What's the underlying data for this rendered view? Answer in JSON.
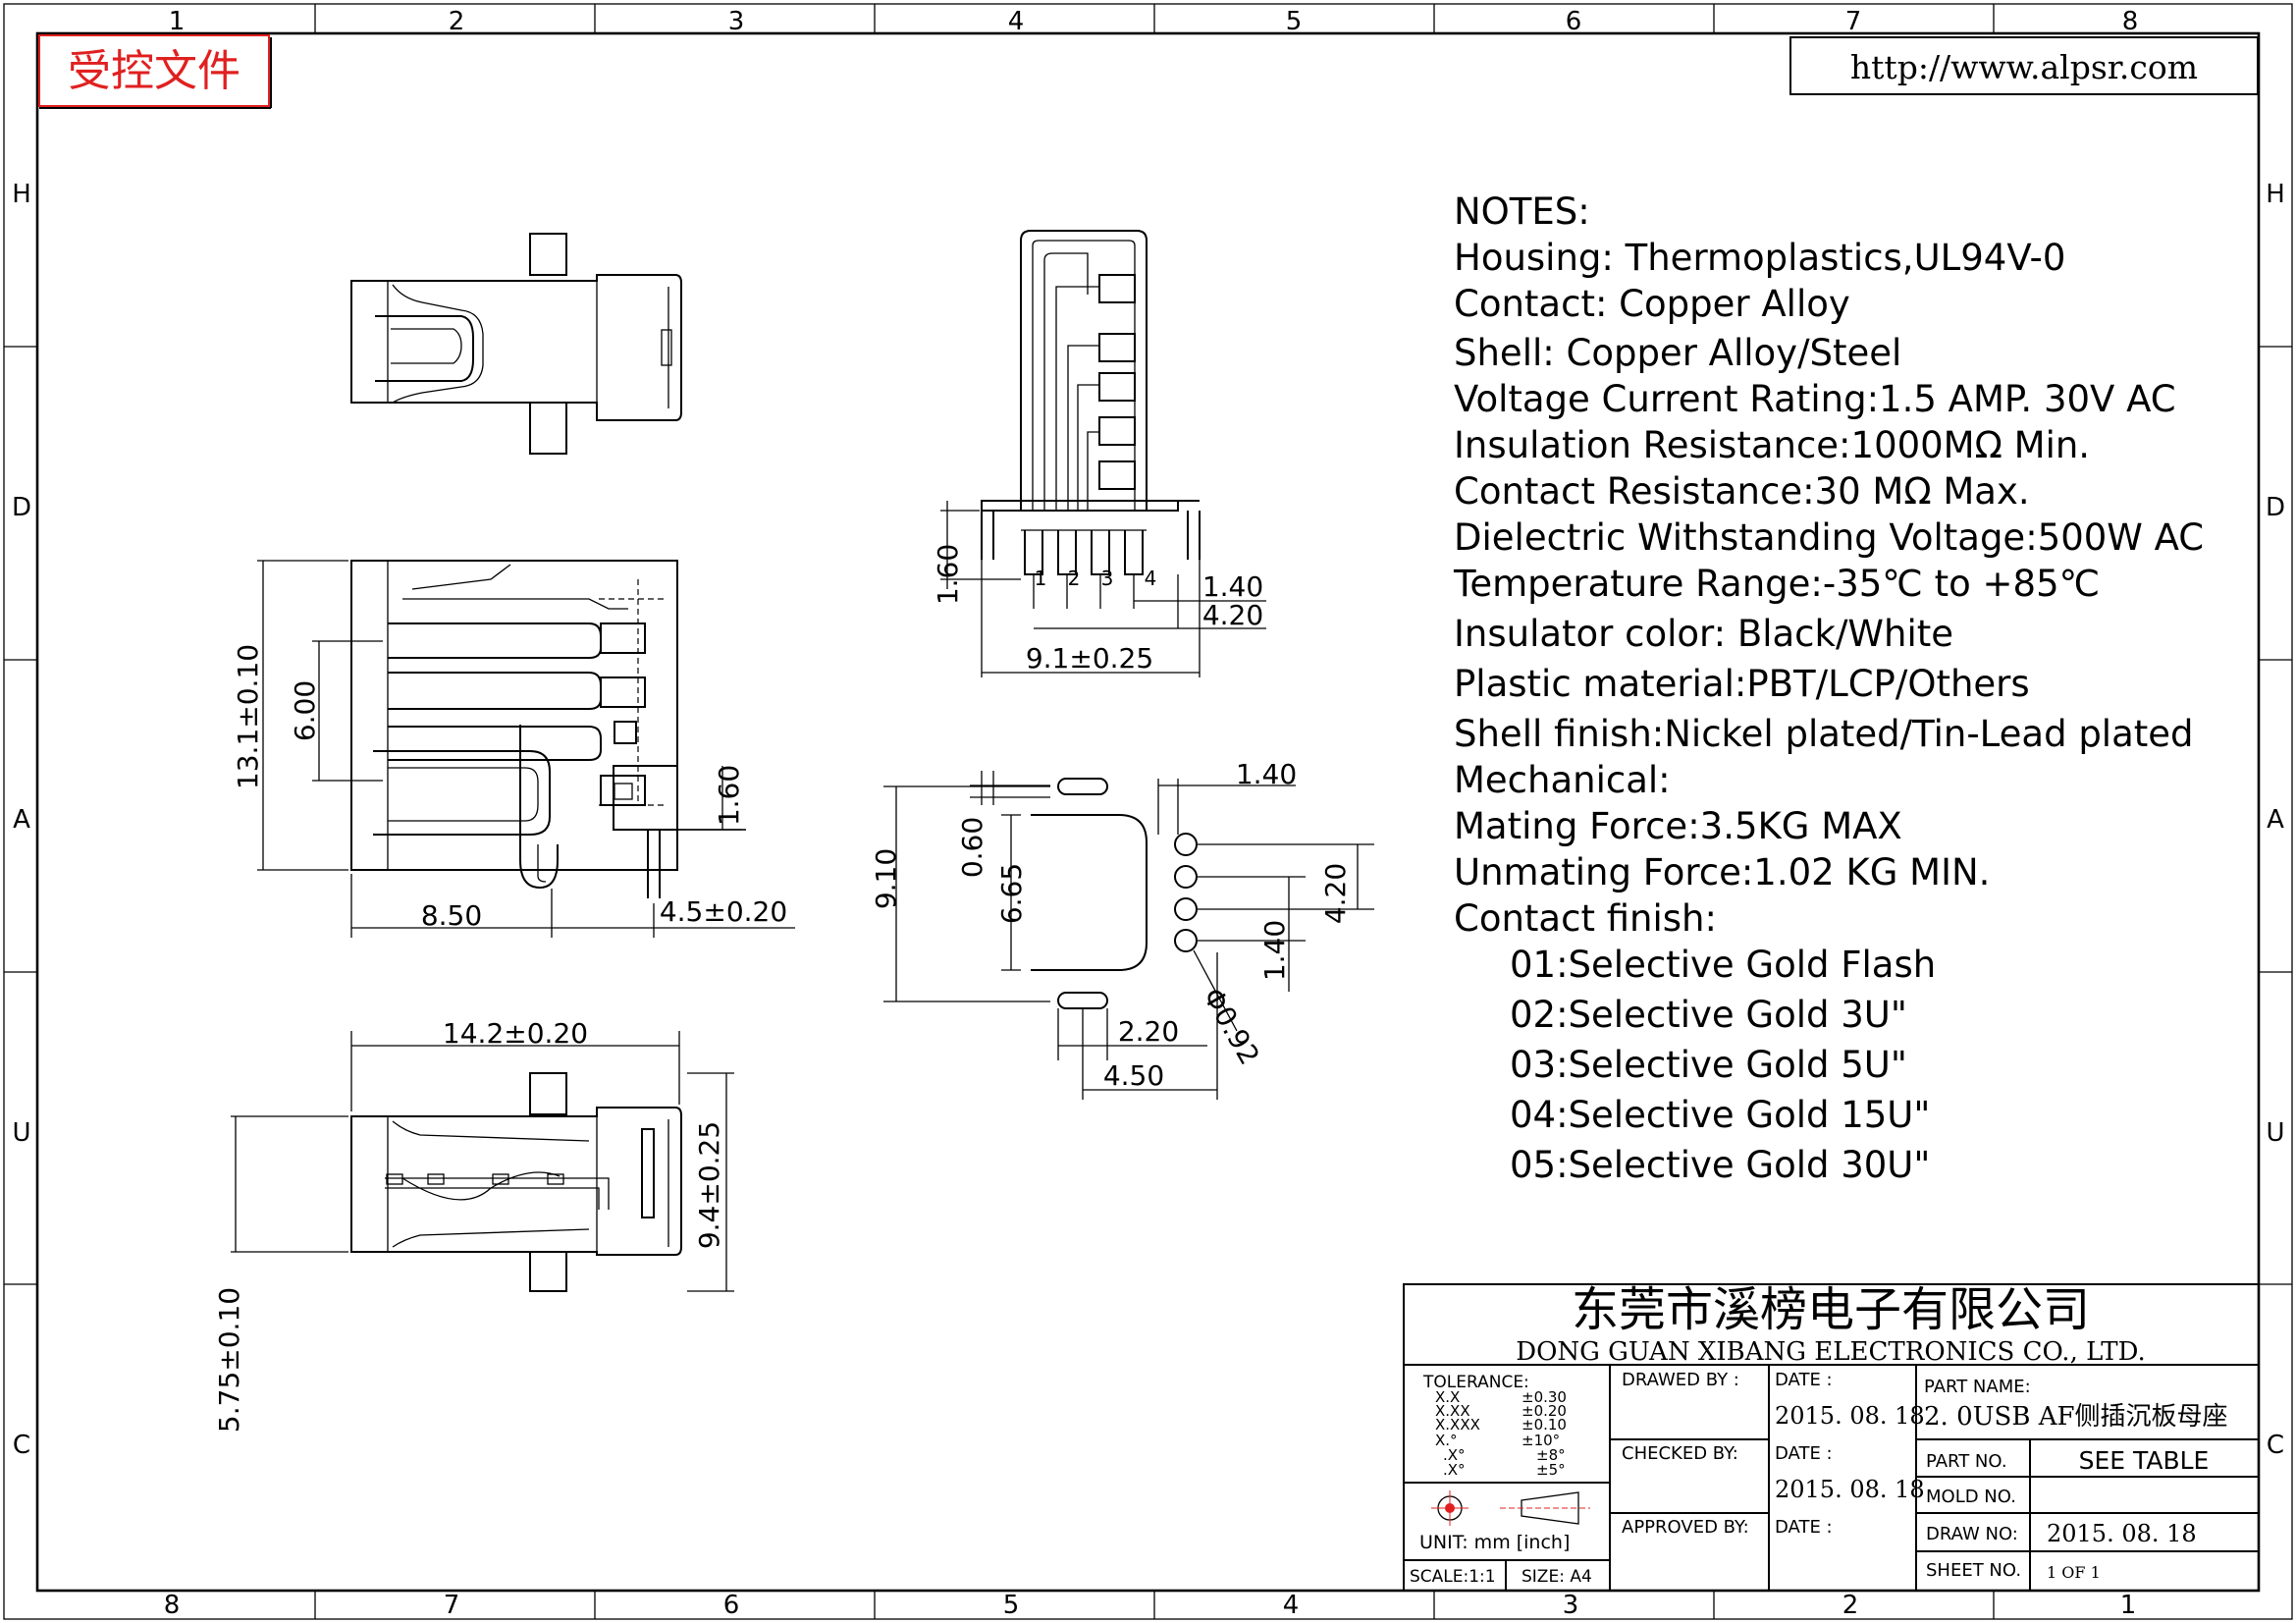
{
  "stamp": "受控文件",
  "website": "http://www.alpsr.com",
  "grid": {
    "top_cols": [
      "1",
      "2",
      "3",
      "4",
      "5",
      "6",
      "7",
      "8"
    ],
    "bottom_cols": [
      "8",
      "7",
      "6",
      "5",
      "4",
      "3",
      "2",
      "1"
    ],
    "rows": [
      "H",
      "D",
      "A",
      "U",
      "C"
    ]
  },
  "notes": {
    "title": "NOTES:",
    "lines": [
      "Housing:  Thermoplastics,UL94V-0",
      "Contact:  Copper  Alloy",
      "Shell:  Copper  Alloy/Steel",
      "Voltage  Current  Rating:1.5  AMP.  30V  AC",
      "Insulation  Resistance:1000MΩ  Min.",
      "Contact  Resistance:30  MΩ  Max.",
      "Dielectric  Withstanding  Voltage:500W  AC",
      "Temperature  Range:-35℃  to  +85℃",
      "Insulator  color:  Black/White",
      "Plastic  material:PBT/LCP/Others",
      "Shell  finish:Nickel  plated/Tin-Lead  plated",
      "Mechanical:",
      "Mating  Force:3.5KG  MAX",
      "Unmating  Force:1.02  KG  MIN.",
      "Contact  finish:"
    ],
    "finishes": [
      "01:Selective  Gold  Flash",
      "02:Selective  Gold  3U\"",
      "03:Selective  Gold  5U\"",
      "04:Selective  Gold  15U\"",
      "05:Selective  Gold  30U\""
    ]
  },
  "dims": {
    "front_h": "13.1±0.10",
    "front_600": "6.00",
    "front_160": "1.60",
    "front_850": "8.50",
    "front_45": "4.5±0.20",
    "side_160": "1.60",
    "side_140": "1.40",
    "side_420": "4.20",
    "side_91": "9.1±0.25",
    "pin1": "1",
    "pin2": "2",
    "pin3": "3",
    "pin4": "4",
    "pcb_140_top": "1.40",
    "pcb_060": "0.60",
    "pcb_910": "9.10",
    "pcb_665": "6.65",
    "pcb_420": "4.20",
    "pcb_140": "1.40",
    "pcb_092": "Φ0.92",
    "pcb_220": "2.20",
    "pcb_450": "4.50",
    "bot_142": "14.2±0.20",
    "bot_94": "9.4±0.25",
    "bot_575": "5.75±0.10"
  },
  "title_block": {
    "company_cn": "东莞市溪榜电子有限公司",
    "company_en": "DONG  GUAN  XIBANG  ELECTRONICS  CO.,  LTD.",
    "tolerance_label": "TOLERANCE:",
    "tol_rows": [
      {
        "k": "X.X",
        "v": "±0.30"
      },
      {
        "k": "X.XX",
        "v": "±0.20"
      },
      {
        "k": "X.XXX",
        "v": "±0.10"
      },
      {
        "k": "X.°",
        "v": "±10°"
      },
      {
        "k": ".X°",
        "v": "±8°"
      },
      {
        "k": ".X°",
        "v": "±5°"
      }
    ],
    "unit": "UNIT:  mm  [inch]",
    "scale": "SCALE:1:1",
    "size": "SIZE:  A4",
    "drawn_by": "DRAWED  BY :",
    "checked_by": "CHECKED  BY:",
    "approved_by": "APPROVED  BY:",
    "date_label": "DATE :",
    "date1": "2015. 08. 18",
    "date2": "2015. 08. 18",
    "part_name_label": "PART  NAME:",
    "part_name": "2. 0USB  AF侧插沉板母座",
    "part_no_label": "PART  NO.",
    "part_no": "SEE  TABLE",
    "mold_no_label": "MOLD  NO.",
    "draw_no_label": "DRAW  NO:",
    "draw_no": "2015. 08. 18",
    "sheet_no_label": "SHEET  NO.",
    "sheet_no": "1  OF  1"
  }
}
